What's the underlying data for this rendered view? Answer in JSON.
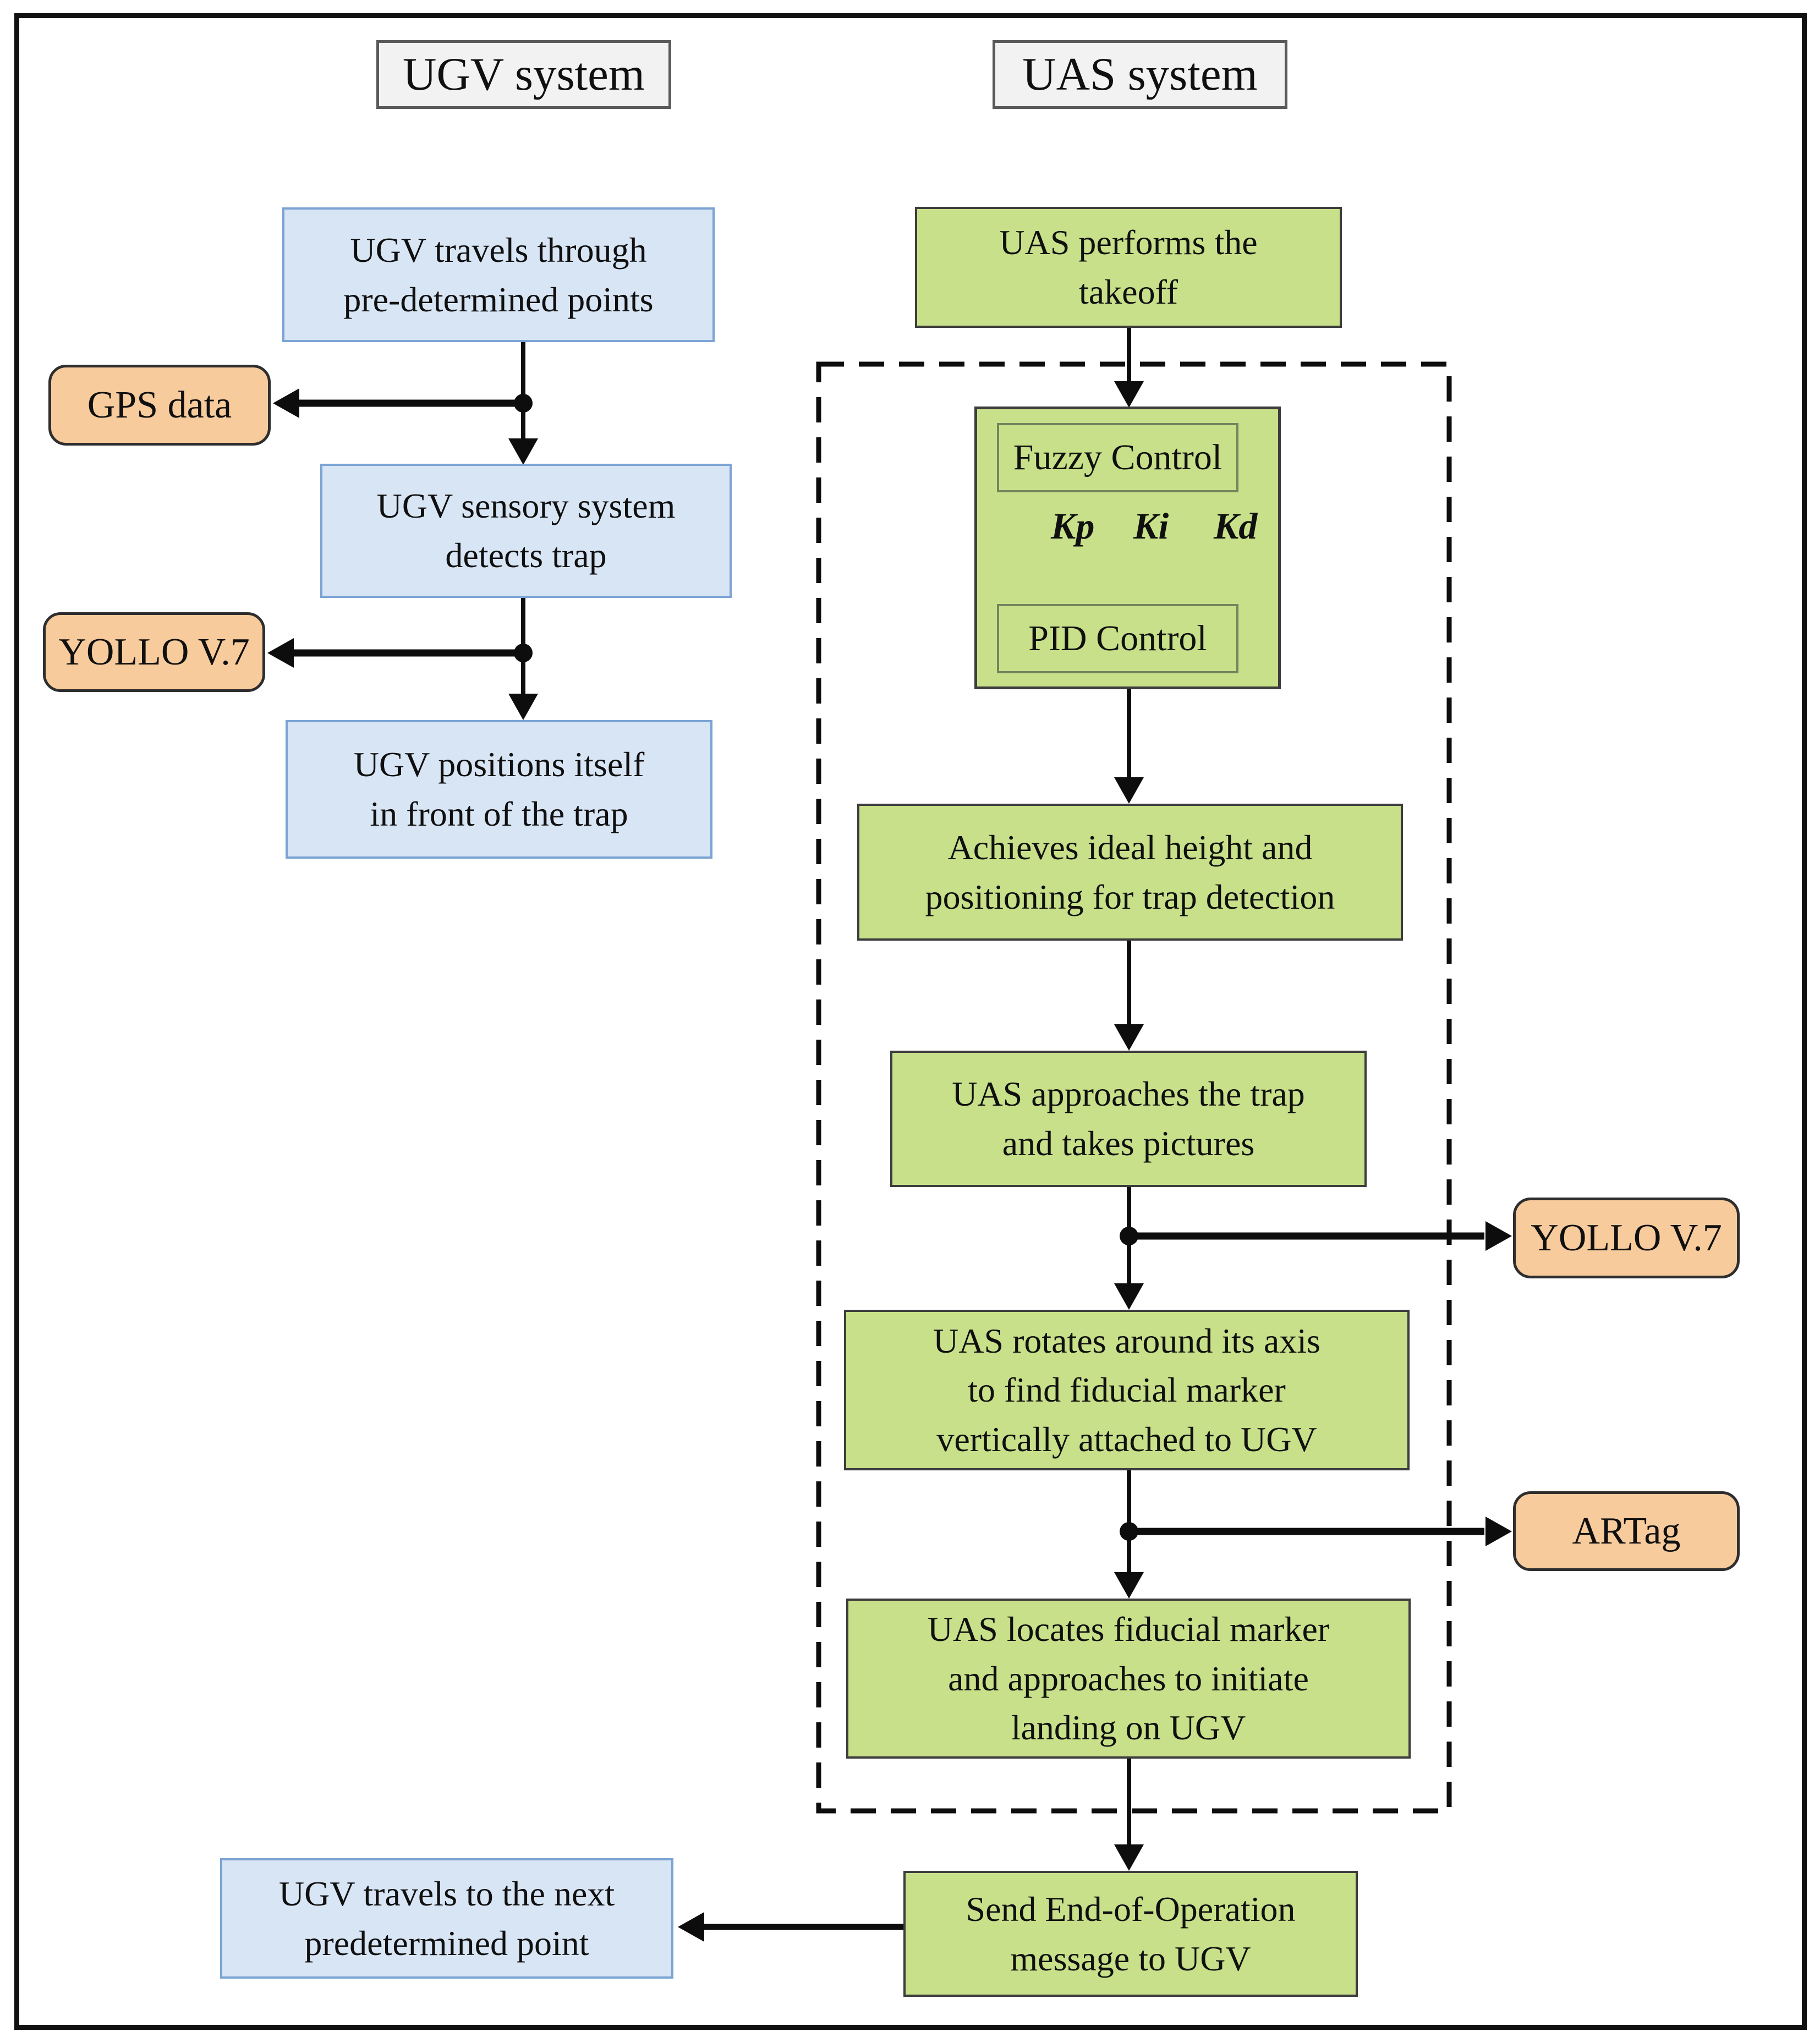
{
  "figure": {
    "type": "flowchart",
    "description": "UGV and UAS system cooperation flowchart"
  },
  "headers": {
    "ugv": "UGV system",
    "uas": "UAS system"
  },
  "ugv_flow": {
    "travel": "UGV travels through\npre-determined points",
    "detect": "UGV sensory system\ndetects trap",
    "position": "UGV positions itself\nin front of the trap",
    "next": "UGV travels to the next\npredetermined point"
  },
  "uas_flow": {
    "takeoff": "UAS performs the\ntakeoff",
    "fuzzy": "Fuzzy Control",
    "pid": "PID Control",
    "gains": [
      "Kp",
      "Ki",
      "Kd"
    ],
    "achieve": "Achieves ideal height and\npositioning for trap detection",
    "approach": "UAS approaches the trap\nand takes pictures",
    "rotate": "UAS rotates around its axis\nto find fiducial marker\nvertically attached to UGV",
    "locate": "UAS locates fiducial marker\nand approaches to initiate\nlanding on UGV",
    "send": "Send End-of-Operation\nmessage to UGV"
  },
  "data_sources": {
    "gps": "GPS data",
    "yollo_left": "YOLLO V.7",
    "yollo_right": "YOLLO V.7",
    "artag": "ARTag"
  },
  "colors": {
    "line": "#0d0d0d",
    "text": "#101010",
    "frame": "#111111",
    "blue_fill": "#d8e5f5",
    "blue_border": "#7ba4d3",
    "green_fill": "#c8e089",
    "green_border": "#3d3d3d",
    "green_inner_border": "#74845e",
    "orange_fill": "#f8cb9d",
    "orange_border": "#2e2e2e",
    "title_fill": "#f2f2f2",
    "title_border": "#5a5a5a"
  }
}
